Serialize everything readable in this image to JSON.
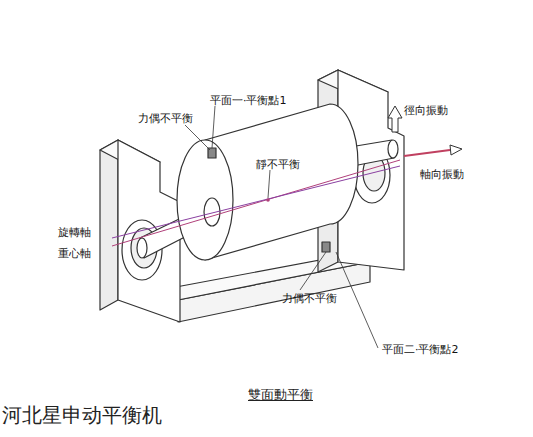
{
  "diagram": {
    "caption": "雙面動平衡",
    "labels": [
      "力偶不平衡",
      "平面一·平衡點1",
      "徑向振動",
      "靜不平衡",
      "軸向振動",
      "旋轉軸",
      "重心軸",
      "力偶不平衡",
      "平面二·平衡點2",
      "河北星申动平衡机"
    ]
  }
}
